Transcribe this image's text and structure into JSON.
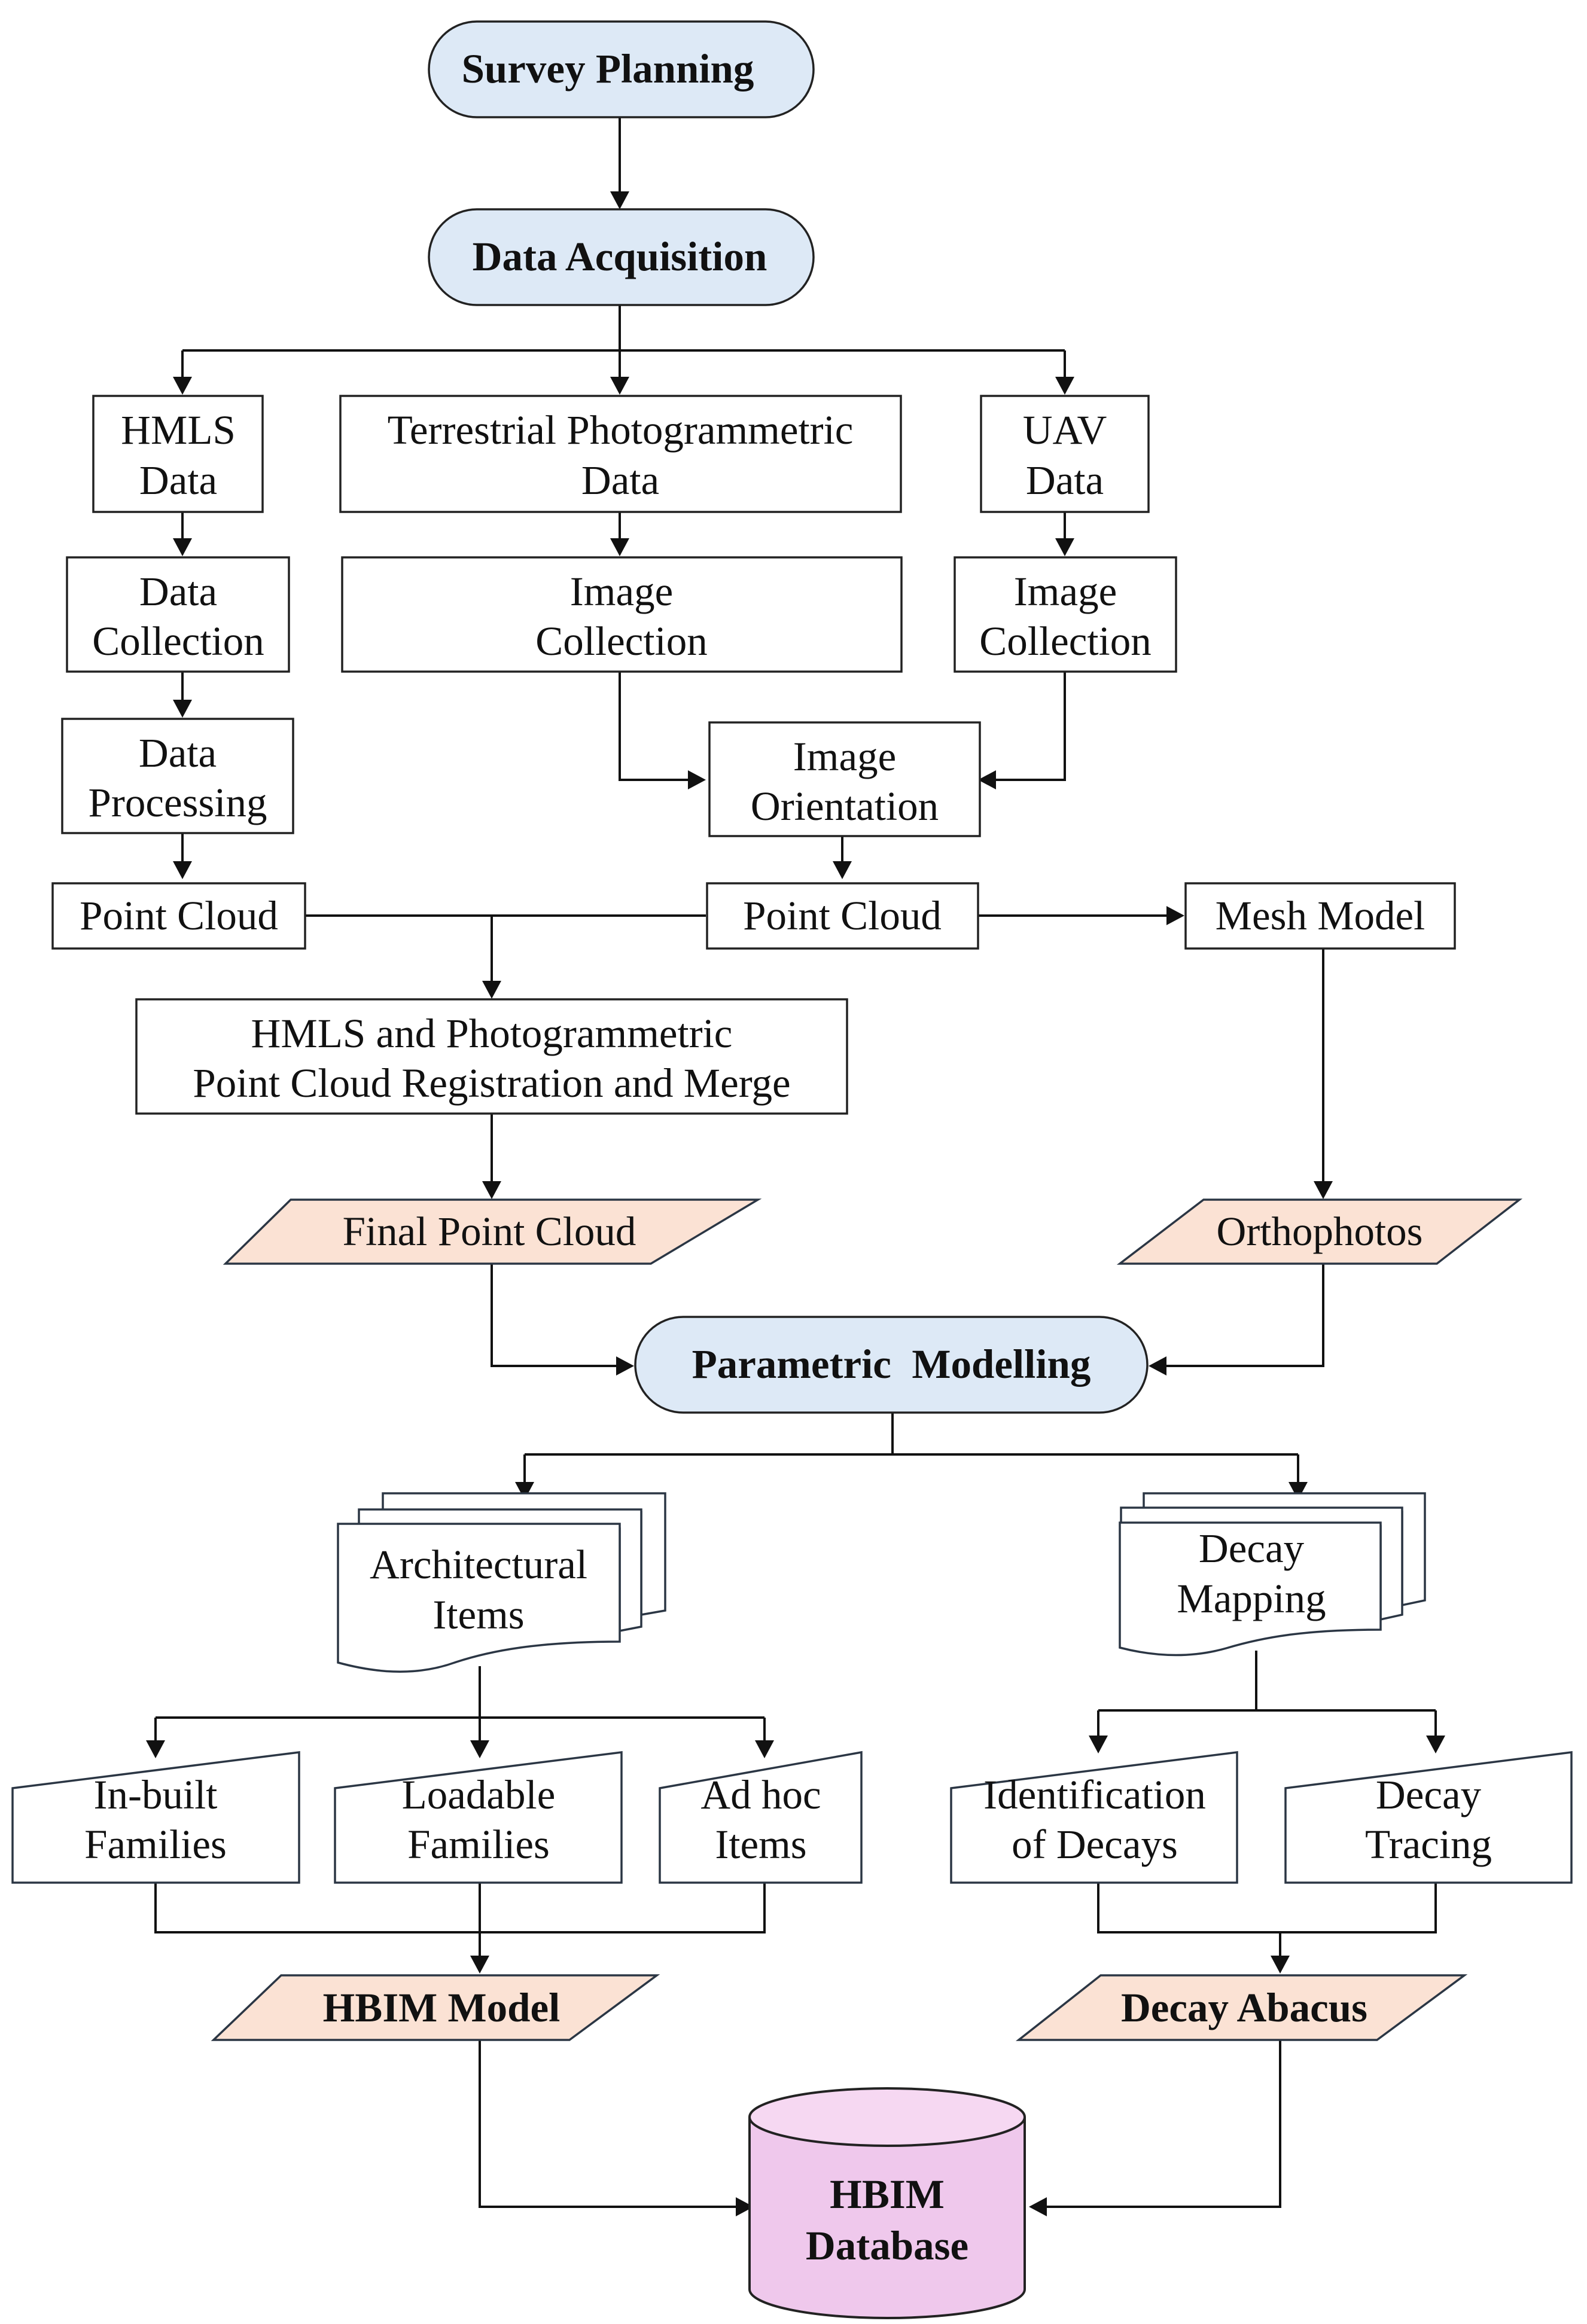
{
  "nodes": {
    "survey_planning": "Survey Planning",
    "data_acquisition": "Data Acquisition",
    "hmls_data": [
      "HMLS",
      "Data"
    ],
    "terrestrial_data": [
      "Terrestrial Photogrammetric",
      "Data"
    ],
    "uav_data": [
      "UAV",
      "Data"
    ],
    "data_collection": [
      "Data",
      "Collection"
    ],
    "image_collection_terrestrial": [
      "Image",
      "Collection"
    ],
    "image_collection_uav": [
      "Image",
      "Collection"
    ],
    "data_processing": [
      "Data",
      "Processing"
    ],
    "image_orientation": [
      "Image",
      "Orientation"
    ],
    "point_cloud_hmls": "Point Cloud",
    "point_cloud_photo": "Point Cloud",
    "mesh_model": "Mesh Model",
    "registration_merge": [
      "HMLS and Photogrammetric",
      "Point Cloud Registration and Merge"
    ],
    "final_point_cloud": "Final Point Cloud",
    "orthophotos": "Orthophotos",
    "parametric_modelling": "Parametric  Modelling",
    "architectural_items": [
      "Architectural",
      "Items"
    ],
    "decay_mapping": [
      "Decay",
      "Mapping"
    ],
    "inbuilt_families": [
      "In-built",
      "Families"
    ],
    "loadable_families": [
      "Loadable",
      "Families"
    ],
    "adhoc_items": [
      "Ad hoc",
      "Items"
    ],
    "identification_decays": [
      "Identification",
      "of Decays"
    ],
    "decay_tracing": [
      "Decay",
      "Tracing"
    ],
    "hbim_model": "HBIM Model",
    "decay_abacus": "Decay Abacus",
    "hbim_database": [
      "HBIM",
      "Database"
    ]
  },
  "colors": {
    "terminal_fill": "#dde9f6",
    "data_output_fill": "#fbe2d4",
    "database_fill": "#efc8ec",
    "stroke": "#222222"
  }
}
